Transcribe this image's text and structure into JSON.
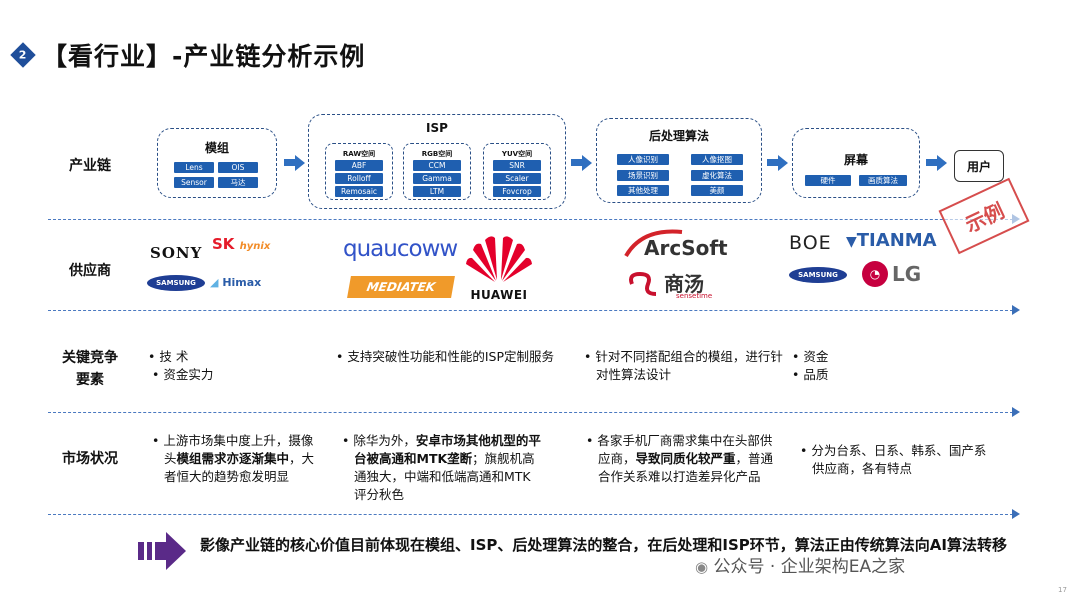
{
  "title": {
    "num": "2",
    "text": "【看行业】-产业链分析示例"
  },
  "rows": {
    "chain": "产业链",
    "suppliers": "供应商",
    "competition": "关键竞争要素",
    "market": "市场状况"
  },
  "chain": {
    "module": {
      "title": "模组",
      "chips": [
        "Lens",
        "OIS",
        "Sensor",
        "马达"
      ]
    },
    "isp": {
      "title": "ISP",
      "raw": {
        "title": "RAW空间",
        "chips": [
          "ABF",
          "Rolloff",
          "Remosaic"
        ]
      },
      "rgb": {
        "title": "RGB空间",
        "chips": [
          "CCM",
          "Gamma",
          "LTM"
        ]
      },
      "yuv": {
        "title": "YUV空间",
        "chips": [
          "SNR",
          "Scaler",
          "Fovcrop"
        ]
      }
    },
    "post": {
      "title": "后处理算法",
      "chips": [
        "人像识别",
        "人像抠图",
        "场景识别",
        "虚化算法",
        "其他处理",
        "美颜"
      ]
    },
    "screen": {
      "title": "屏幕",
      "chips": [
        "硬件",
        "画质算法"
      ]
    },
    "user": "用户"
  },
  "stamp": "示例",
  "logos": {
    "sony": "SONY",
    "sk": "SK",
    "hynix": "hynix",
    "samsung": "SAMSUNG",
    "himax": "Himax",
    "qualcomm": "quaucoww",
    "mediatek": "MEDIATEK",
    "huawei": "HUAWEI",
    "arcsoft": "ArcSoft",
    "sensetime_cn": "商汤",
    "sensetime": "sensetime",
    "boe": "BOE",
    "tianma": "TIANMA",
    "samsung2": "SAMSUNG",
    "lg": "LG"
  },
  "competition": {
    "col1": [
      "技 术",
      "资金实力"
    ],
    "col2": "支持突破性功能和性能的ISP定制服务",
    "col3": "针对不同搭配组合的模组，进行针对性算法设计",
    "col4": [
      "资金",
      "品质"
    ]
  },
  "market": {
    "col1": {
      "a": "上游市场集中度上升，摄像头",
      "b": "模组需求亦逐渐集中",
      "c": "，大者恒大的趋势愈发明显"
    },
    "col2": {
      "a": "除华为外，",
      "b": "安卓市场其他机型的平台被高通和MTK垄断",
      "c": "；旗舰机高通独大，中端和低端高通和MTK评分秋色"
    },
    "col3": {
      "a": "各家手机厂商需求集中在头部供应商，",
      "b": "导致同质化较严重",
      "c": "，普通合作关系难以打造差异化产品"
    },
    "col4": "分为台系、日系、韩系、国产系供应商，各有特点"
  },
  "conclusion": "影像产业链的核心价值目前体现在模组、ISP、后处理算法的整合，在后处理和ISP环节，算法正由传统算法向AI算法转移",
  "watermark": "公众号 · 企业架构EA之家",
  "page_num": "17"
}
